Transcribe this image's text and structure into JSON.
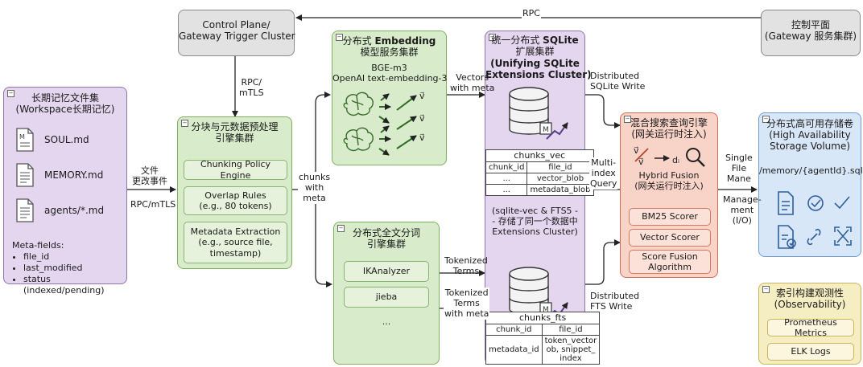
{
  "edges_label": {
    "rpc_top": "RPC",
    "rpc_mtls_down": "RPC/\nmTLS",
    "file_change": "文件\n更改事件",
    "rpc_mtls_left": "RPC/mTLS",
    "chunks_with_meta": "chunks\nwith\nmeta",
    "vectors_with_meta": "Vectors\nwith meta",
    "distributed_sqlite_write": "Distributed\nSQLite Write",
    "multi_index_query": "Multi-\nindex\nQuery",
    "tokenized_terms": "Tokenized\nTerms",
    "tokenized_terms_meta": "Tokenized\nTerms\nwith meta",
    "distributed_fts_write": "Distributed\nFTS Write",
    "single_file_mane": "Single\nFile\nMane",
    "management_io": "Manage-\nment\n(I/O)"
  },
  "control_plane": {
    "title": "Control Plane/\nGateway Trigger Cluster"
  },
  "control_plane_cn": {
    "title": "控制平面\n(Gateway 服务集群)"
  },
  "longterm": {
    "title": "长期记忆文件集\n(Workspace长期记忆)",
    "files": [
      "SOUL.md",
      "MEMORY.md",
      "agents/*.md"
    ],
    "meta_title": "Meta-fields:",
    "meta_items": [
      "file_id",
      "last_modified",
      "status (indexed/pending)"
    ]
  },
  "chunking": {
    "title": "分块与元数据预处理\n引擎集群",
    "items": [
      "Chunking Policy Engine",
      "Overlap Rules\n(e.g., 80 tokens)",
      "Metadata Extraction\n(e.g., source file,\ntimestamp)"
    ]
  },
  "embedding": {
    "title_cn": "分布式 ",
    "title_bold": "Embedding",
    "title_line2": "模型服务集群",
    "models": "BGE-m3\nOpenAI text-embedding-3"
  },
  "fulltext": {
    "title": "分布式全文分词\n引擎集群",
    "items": [
      "IKAnalyzer",
      "jieba",
      "..."
    ]
  },
  "sqlite": {
    "title_cn": "统一分布式 ",
    "title_bold": "SQLite",
    "title_line2": "扩展集群",
    "title_en": "(Unifying SQLite\nExtensions Cluster)",
    "mid_text": "(sqlite-vec & FTS5 -\n- 存储了同一个数据中\nExtensions Cluster)",
    "vec_table": {
      "name": "chunks_vec",
      "rows": [
        [
          "chunk_id",
          "file_id"
        ],
        [
          "...",
          "vector_blob"
        ],
        [
          "...",
          "metadata_blob"
        ]
      ]
    },
    "fts_table": {
      "name": "chunks_fts",
      "rows": [
        [
          "chunk_id",
          "file_id"
        ],
        [
          "metadata_id",
          "token_vector\nob, snippet_\nindex"
        ]
      ]
    }
  },
  "hybrid": {
    "title": "混合搜索查询引擎\n(网关运行时注入)",
    "fusion": "Hybrid Fusion\n(网关运行时注入)",
    "items": [
      "BM25 Scorer",
      "Vector Scorer",
      "Score Fusion\nAlgorithm"
    ]
  },
  "storage": {
    "title": "分布式高可用存储卷\n(High Availability\nStorage Volume)",
    "path": "/memory/{agentId}.sqlite"
  },
  "observability": {
    "title": "索引构建观测性\n(Observability)",
    "items": [
      "Prometheus Metrics",
      "ELK Logs"
    ]
  },
  "colors": {
    "gray": "#e2e2e2",
    "purple": "#e4d6ef",
    "green": "#d8eccb",
    "red": "#f8d3c7",
    "blue": "#d8e7f7",
    "yellow": "#f6eec3"
  }
}
